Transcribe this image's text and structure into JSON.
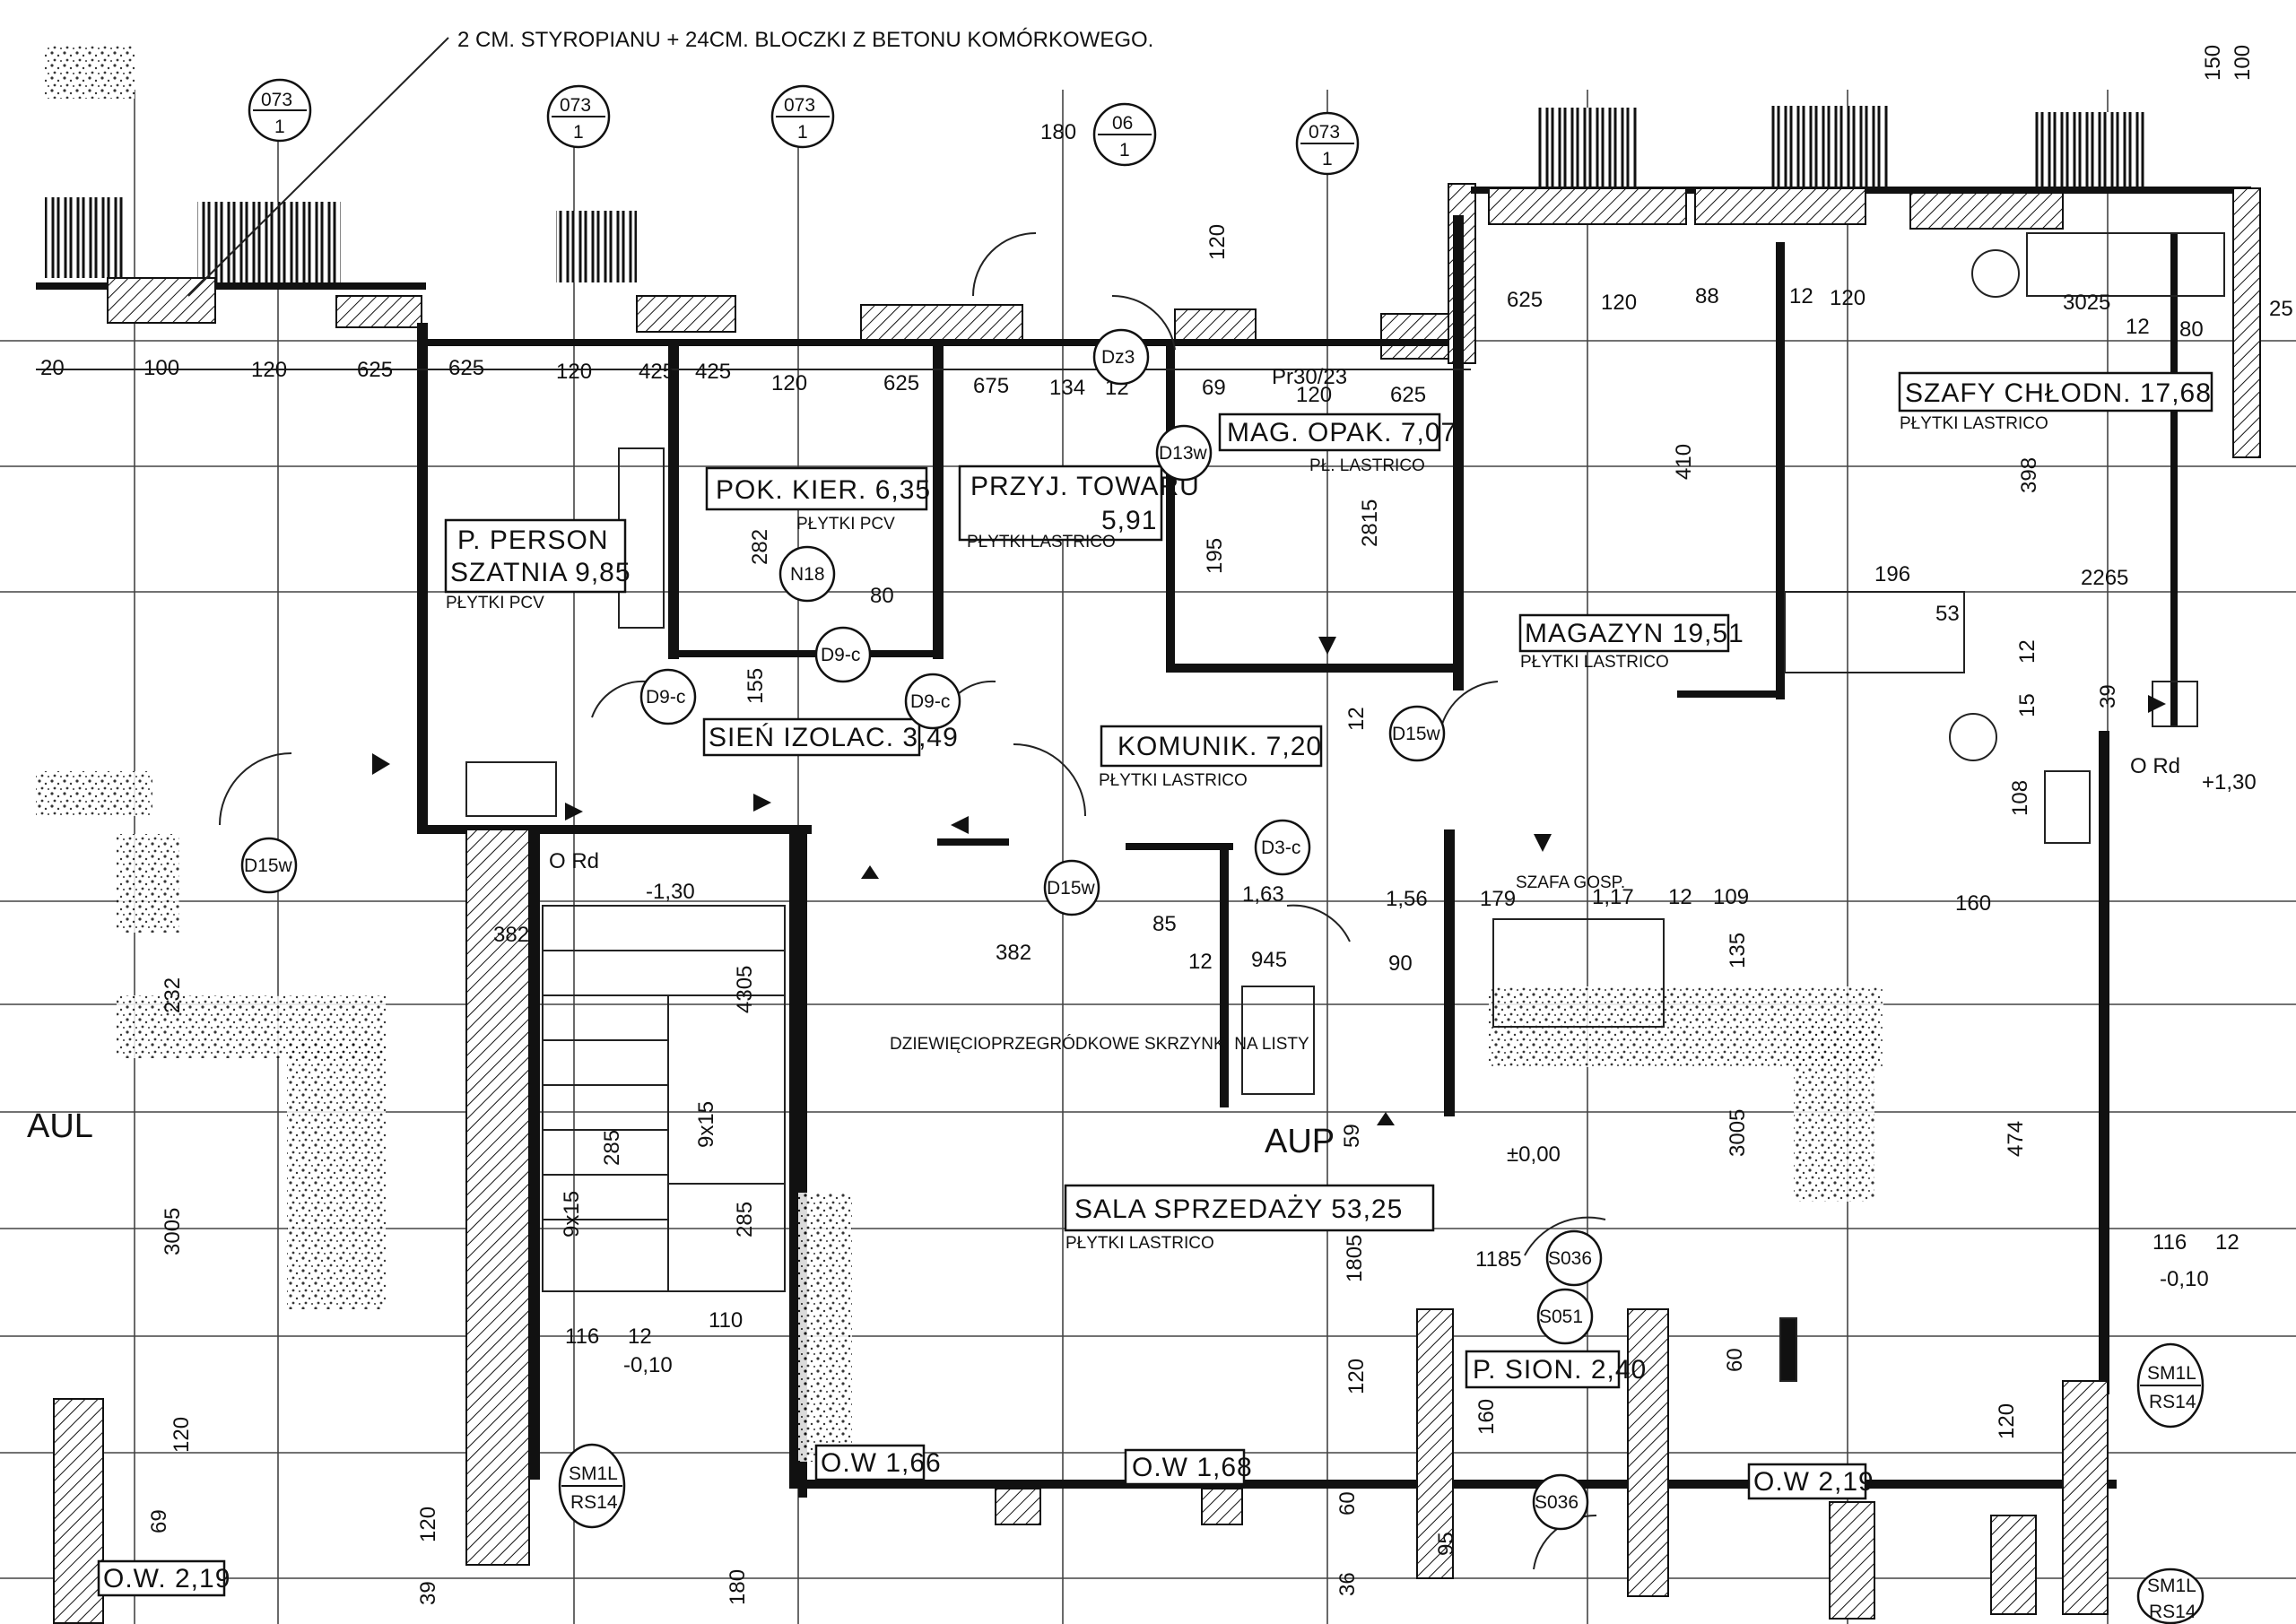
{
  "header_note": "2 CM. STYROPIANU + 24CM. BLOCZKI Z BETONU KOMÓRKOWEGO.",
  "rooms": [
    {
      "name": "P. PERSON",
      "name2": "SZATNIA 9,85",
      "finish": "PŁYTKI PCV"
    },
    {
      "name": "POK. KIER. 6,35",
      "finish": "PŁYTKI PCV"
    },
    {
      "name": "PRZYJ. TOWARU",
      "name2": "5,91",
      "finish": "PŁYTKI LASTRICO"
    },
    {
      "name": "MAG. OPAK. 7,07",
      "finish": "PŁ. LASTRICO"
    },
    {
      "name": "MAGAZYN 19,51",
      "finish": "PŁYTKI LASTRICO"
    },
    {
      "name": "SZAFY CHŁODN. 17,68",
      "finish": "PŁYTKI LASTRICO"
    },
    {
      "name": "SIEŃ IZOLAC. 3,49"
    },
    {
      "name": "KOMUNIK. 7,20",
      "finish": "PŁYTKI LASTRICO"
    },
    {
      "name": "SALA SPRZEDAŻY 53,25",
      "finish": "PŁYTKI LASTRICO"
    },
    {
      "name": "P. SION. 2,40"
    },
    {
      "name": "O.W 1,66"
    },
    {
      "name": "O.W 1,68"
    },
    {
      "name": "O.W 2,19"
    },
    {
      "name": "O.W. 2,19"
    }
  ],
  "tags": {
    "door_tags": [
      "D9-c",
      "D9-c",
      "D9-c",
      "D15w",
      "D15w",
      "D15w",
      "D3-c",
      "Dz3",
      "D13w",
      "N18"
    ],
    "section_refs": [
      "073",
      "073",
      "073",
      "073",
      "06"
    ],
    "section_sub": "1",
    "sm_tags": [
      "SM1L",
      "RS14"
    ],
    "s_tags": [
      "S036",
      "S051",
      "S036"
    ],
    "level_marks": [
      "O Rd",
      "O Rd",
      "-1,30",
      "-0,10",
      "-0,10",
      "±0,00",
      "+1,30"
    ],
    "misc": [
      "AUP",
      "AUL",
      "Pr30/23",
      "SZAFA GOSP.",
      "DZIEWIĘCIOPRZEGRÓDKOWE SKRZYNKI NA LISTY"
    ]
  },
  "dimensions": {
    "top_row": [
      "20",
      "100",
      "120",
      "625",
      "625",
      "120",
      "425",
      "425",
      "120",
      "625",
      "675",
      "134",
      "12",
      "69",
      "120",
      "625",
      "625",
      "120",
      "88",
      "12",
      "120",
      "3025",
      "12",
      "80",
      "25"
    ],
    "heights": [
      "282",
      "155",
      "195",
      "2815",
      "410",
      "398",
      "196",
      "2265",
      "53",
      "12",
      "39",
      "15",
      "108",
      "180",
      "120",
      "150",
      "100"
    ],
    "other": [
      "382",
      "382",
      "85",
      "12",
      "945",
      "90",
      "1,63",
      "1,56",
      "179",
      "1,17",
      "12",
      "109",
      "160",
      "135",
      "3005",
      "474",
      "1185",
      "1805",
      "120",
      "160",
      "60",
      "120",
      "116",
      "12",
      "232",
      "3005",
      "120",
      "60",
      "95",
      "36",
      "39",
      "180",
      "80",
      "12",
      "59",
      "9x15",
      "285",
      "4305",
      "285",
      "9x15",
      "116",
      "12",
      "110",
      "120",
      "69",
      "12",
      "80"
    ]
  },
  "colors": {
    "ink": "#111111",
    "paper": "#ffffff"
  }
}
